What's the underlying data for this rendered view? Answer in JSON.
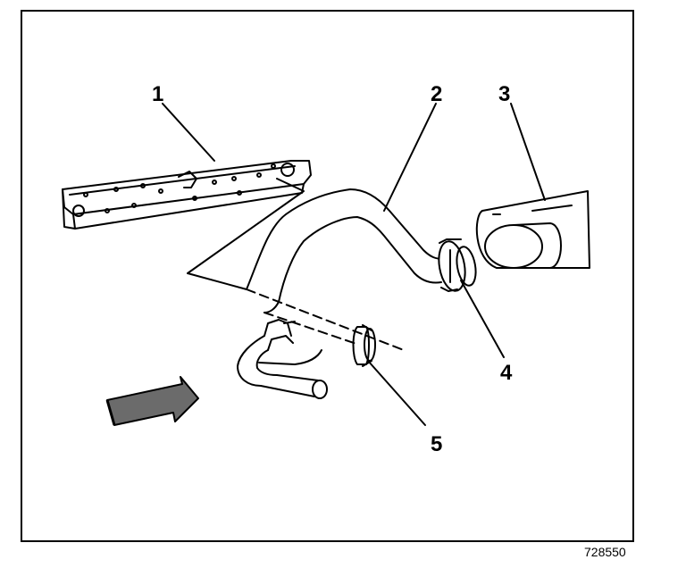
{
  "figure_id": "728550",
  "callouts": [
    "1",
    "2",
    "3",
    "4",
    "5"
  ],
  "colors": {
    "ink": "#000000",
    "paper": "#ffffff",
    "arrow_fill": "#6b6b6b"
  }
}
